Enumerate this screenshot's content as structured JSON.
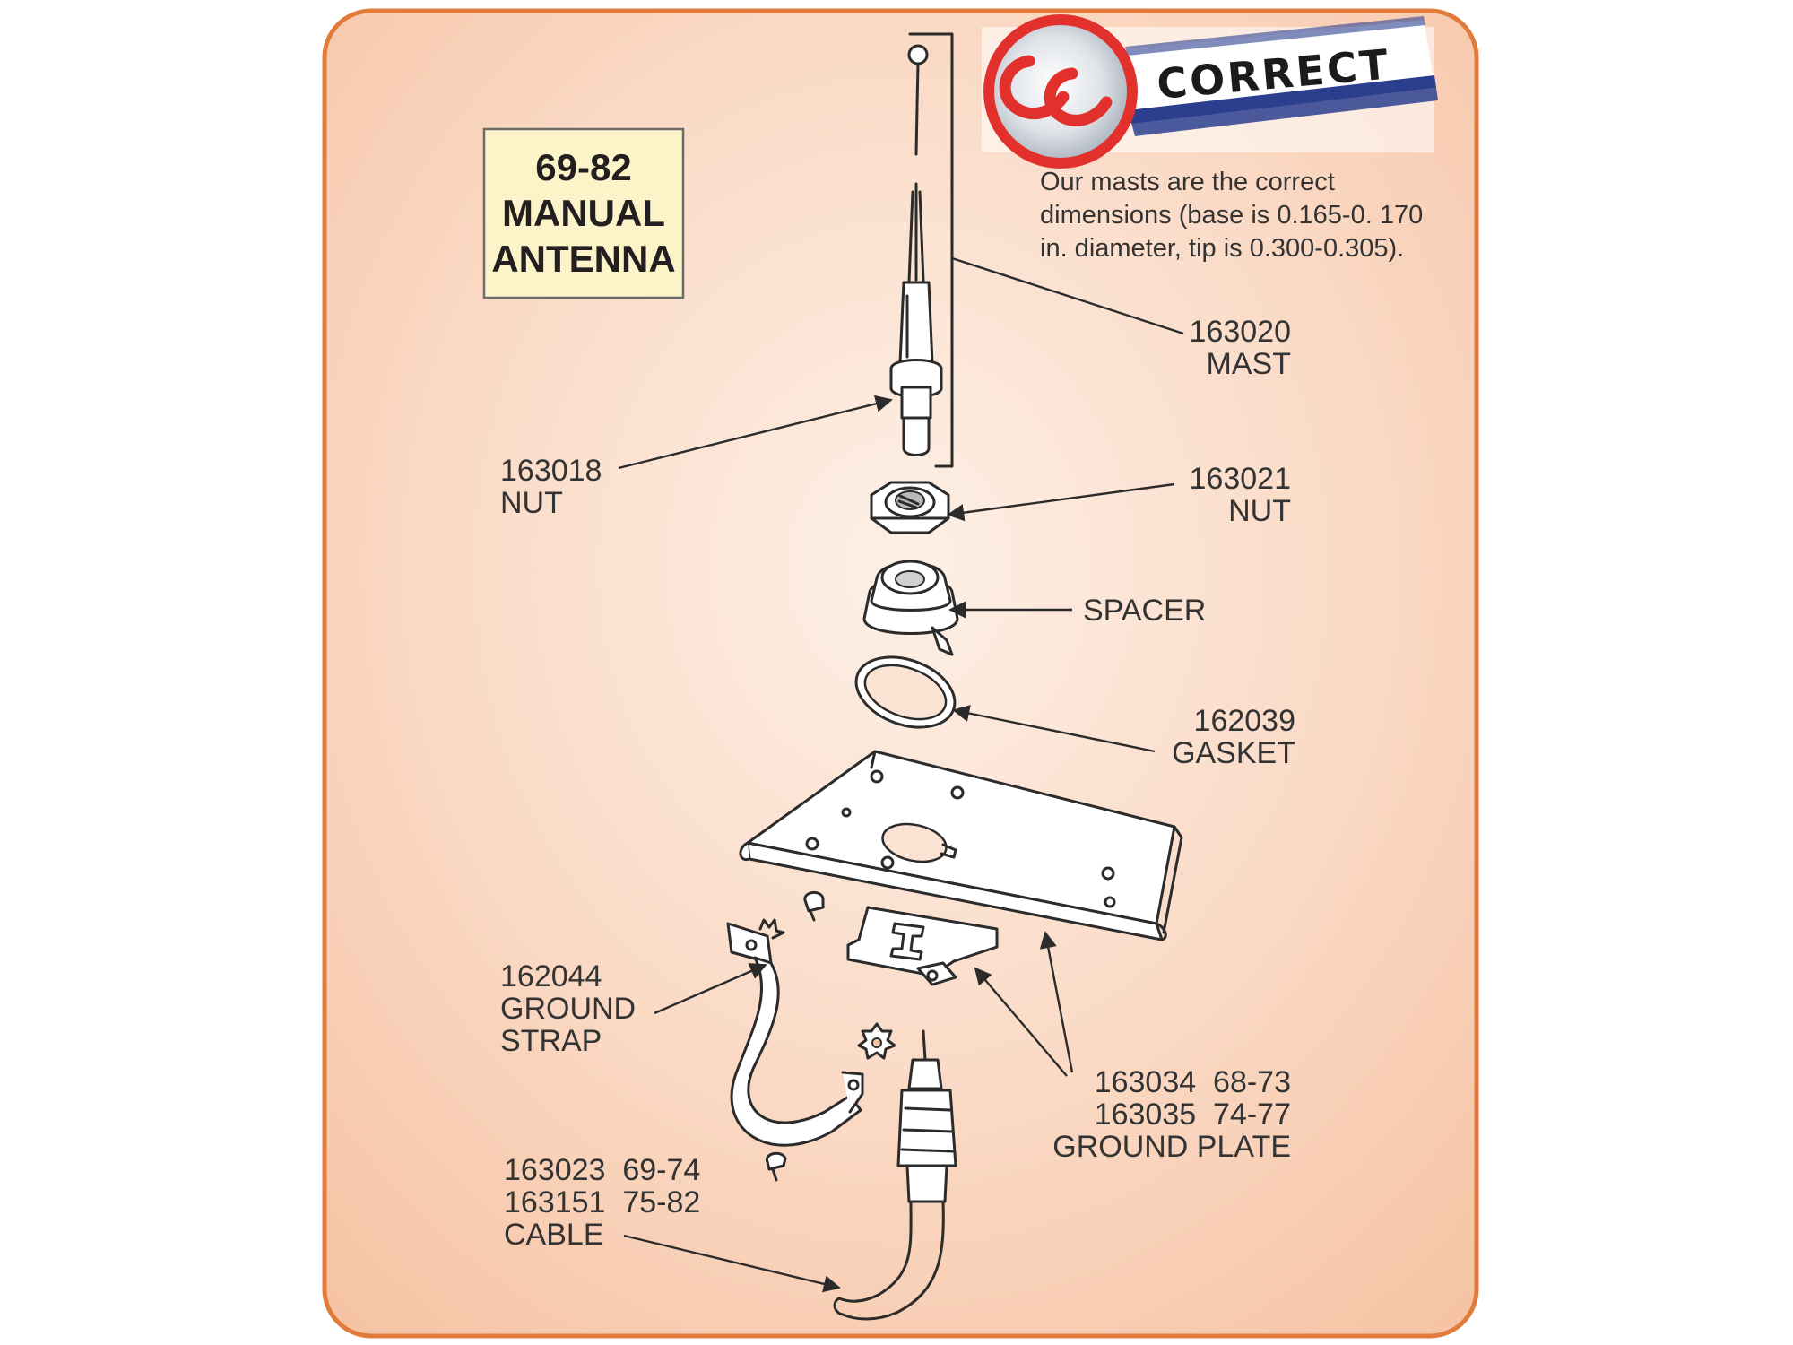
{
  "title": {
    "line1": "69-82",
    "line2": "MANUAL",
    "line3": "ANTENNA"
  },
  "brand": {
    "name": "CORRECT",
    "icon": "cc-correct-logo-icon"
  },
  "note": {
    "line1": "Our  masts are the correct",
    "line2": "dimensions (base is 0.165-0. 170",
    "line3": "in. diameter, tip is 0.300-0.305)."
  },
  "labels": {
    "mast": {
      "number": "163020",
      "name": "MAST"
    },
    "mast_nut": {
      "number": "163018",
      "name": "NUT"
    },
    "nut": {
      "number": "163021",
      "name": "NUT"
    },
    "spacer": {
      "name": "SPACER"
    },
    "gasket": {
      "number": "162039",
      "name": "GASKET"
    },
    "ground_strap": {
      "number": "162044",
      "line2": "GROUND",
      "line3": "STRAP"
    },
    "ground_plate": {
      "line1": "163034  68-73",
      "line2": "163035  74-77",
      "line3": "GROUND PLATE"
    },
    "cable": {
      "line1": "163023  69-74",
      "line2": "163151  75-82",
      "line3": "CABLE"
    }
  },
  "colors": {
    "background_gradient_start": "#fbe7da",
    "background_gradient_end": "#f7c9ac",
    "border": "#e07b3c",
    "title_box_fill": "#fdf3c9",
    "logo_red": "#e2312d",
    "logo_blue": "#2c3f8f"
  }
}
